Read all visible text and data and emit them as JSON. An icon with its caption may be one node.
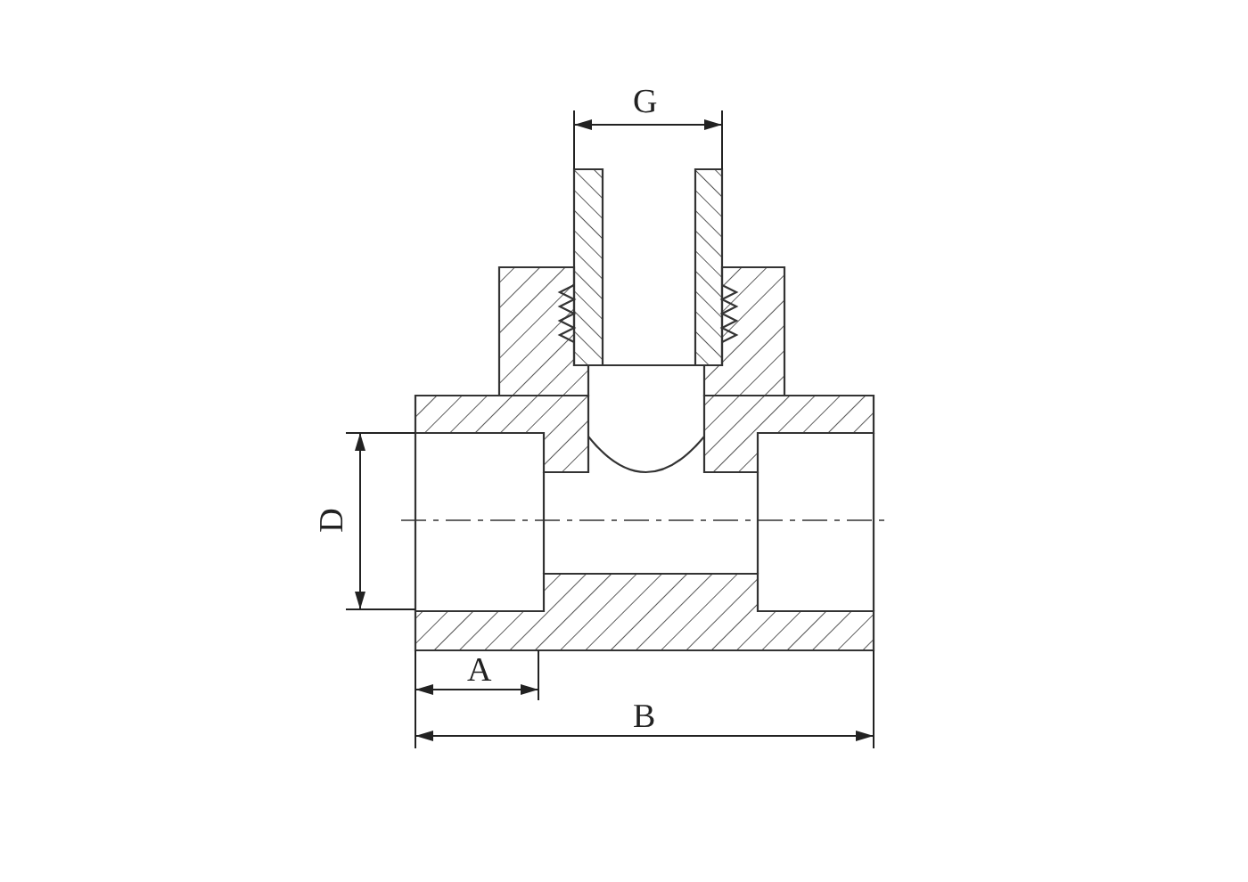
{
  "diagram": {
    "labels": [
      "G",
      "D",
      "A",
      "B"
    ]
  }
}
